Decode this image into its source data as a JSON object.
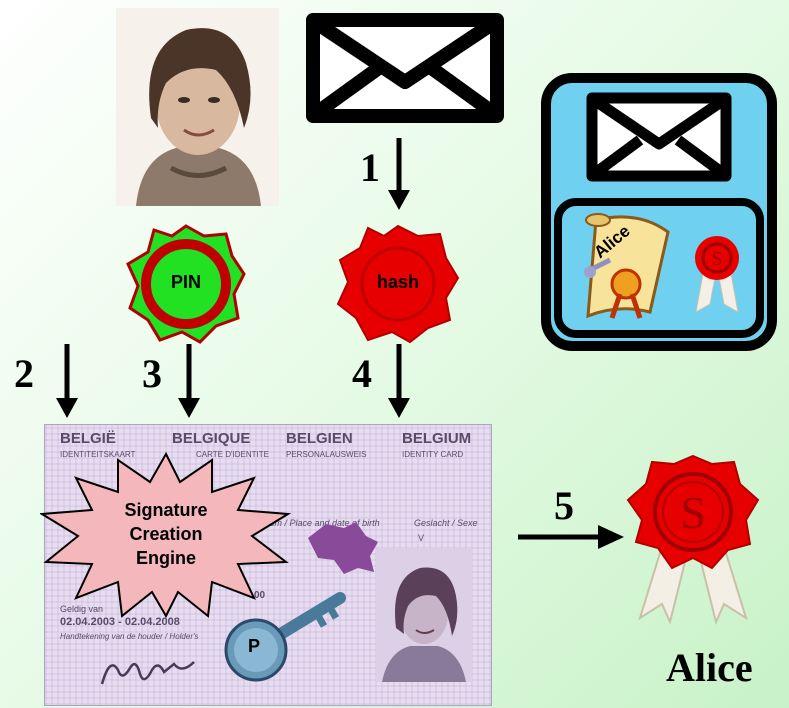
{
  "steps": [
    "1",
    "2",
    "3",
    "4",
    "5"
  ],
  "seals": {
    "pin_label": "PIN",
    "hash_label": "hash"
  },
  "engine": {
    "line1": "Signature",
    "line2": "Creation",
    "line3": "Engine"
  },
  "key_label": "P",
  "certificate_label": "Alice",
  "result_label": "Alice",
  "seal_letter": "S",
  "id_card": {
    "countries": [
      "BELGIË",
      "BELGIQUE",
      "BELGIEN",
      "BELGIUM"
    ],
    "subtitle_left": "IDENTITEITSKAART",
    "subtitle_mid": "CARTE D'IDENTITE",
    "subtitle_right1": "PERSONALAUSWEIS",
    "subtitle_right2": "IDENTITY CARD",
    "birth_field": "atum / Place and date of birth",
    "sex_field": "Geslacht / Sexe",
    "sex_value": "V",
    "valid_label": "Geldig van",
    "valid_dates": "02.04.2003 - 02.04.2008",
    "holder_label": "Handtekening van de houder / Holder's",
    "number_fragment": "00"
  },
  "colors": {
    "background": "#d8f7d8",
    "seal_red": "#e60000",
    "pin_green": "#22e022",
    "card_panel": "#6fd0ef",
    "engine_fill": "#f4b8bc",
    "card_bg": "#e7dcf0"
  }
}
